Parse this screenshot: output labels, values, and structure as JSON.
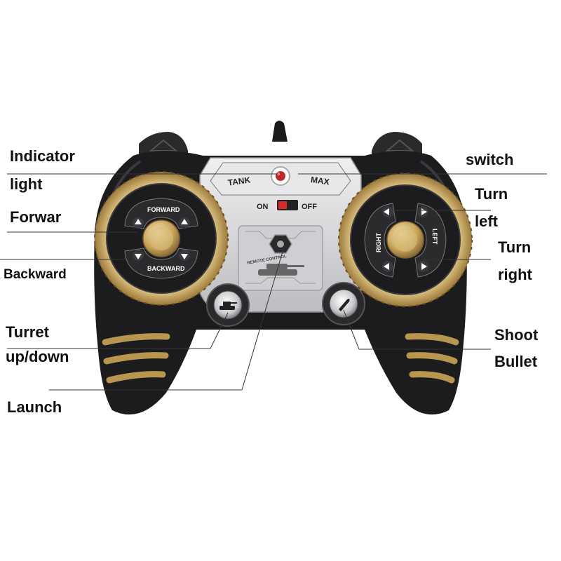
{
  "labels": {
    "indicator_light": [
      "Indicator",
      "light"
    ],
    "forward": "Forwar",
    "backward": "Backward",
    "turret": [
      "Turret",
      "up/down"
    ],
    "launch": "Launch",
    "switch": "switch",
    "turn_left": [
      "Turn",
      "left"
    ],
    "turn_right": [
      "Turn",
      "right"
    ],
    "shoot_bullet": [
      "Shoot",
      "Bullet"
    ]
  },
  "panel": {
    "tank": "TANK",
    "max": "MAX",
    "on": "ON",
    "off": "OFF",
    "remote_control": "REMOTE CONTROL"
  },
  "pad": {
    "forward": "FORWARD",
    "backward": "BACKWARD",
    "right": "RIGHT",
    "left": "LEFT"
  },
  "colors": {
    "body": "#1c1c1e",
    "gold": "#c9a55a",
    "panel": "#d9d9db"
  }
}
